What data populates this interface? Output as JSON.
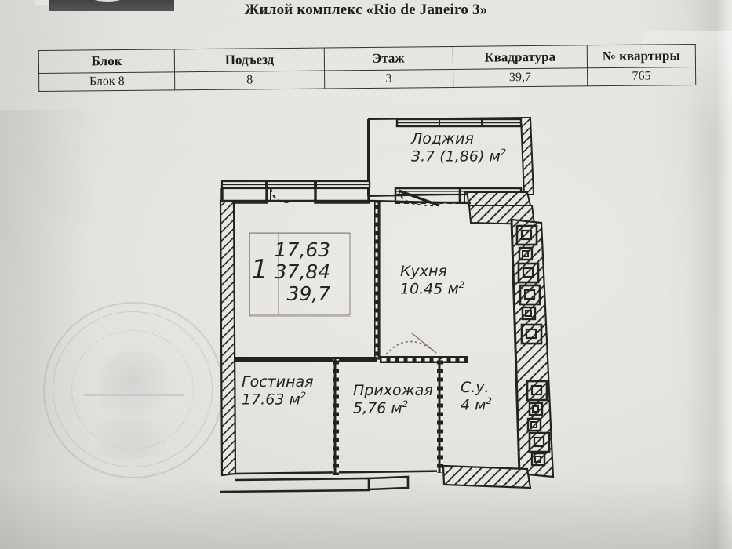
{
  "document": {
    "title": "Жилой комплекс «Rio de Janeiro 3»",
    "type": "apartment-floor-plan",
    "paper_color": "#e8e6e2",
    "ink_color": "#232320"
  },
  "info_table": {
    "headers": [
      "Блок",
      "Подъезд",
      "Этаж",
      "Квадратура",
      "№ квартиры"
    ],
    "rows": [
      [
        "Блок 8",
        "8",
        "3",
        "39,7",
        "765"
      ]
    ]
  },
  "floor_plan": {
    "summary_block": {
      "rooms_count": "1",
      "line1": "17,63",
      "line2": "37,84",
      "line3": "39,7"
    },
    "rooms": [
      {
        "name": "Лоджия",
        "area_line": "3.7 (1,86)",
        "unit": "м",
        "sup": "2"
      },
      {
        "name": "Кухня",
        "area_line": "10.45",
        "unit": "м",
        "sup": "2"
      },
      {
        "name": "Гостиная",
        "area_line": "17.63",
        "unit": "м",
        "sup": "2"
      },
      {
        "name": "Прихожая",
        "area_line": "5,76",
        "unit": "м",
        "sup": "2"
      },
      {
        "name": "С.у.",
        "area_line": "4",
        "unit": "м",
        "sup": "2"
      }
    ]
  },
  "stamp": {
    "description": "faint circular ink stamp watermark"
  }
}
